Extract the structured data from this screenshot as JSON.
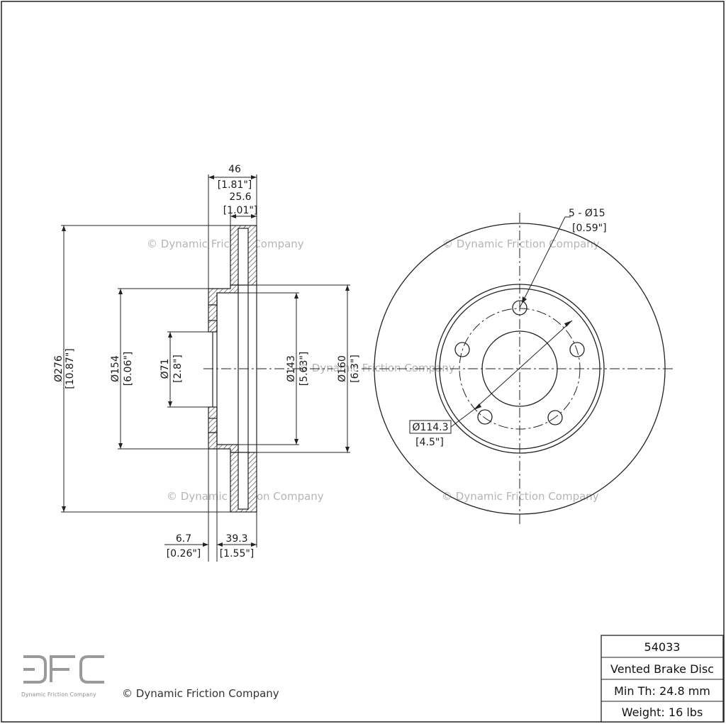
{
  "watermark": "© Dynamic Friction Company",
  "logo": {
    "mark": "DFC",
    "tagline": "Dynamic Friction Company"
  },
  "copyright": "© Dynamic Friction Company",
  "dimensions": {
    "overall_width": {
      "mm": "46",
      "in": "[1.81\"]"
    },
    "rotor_thickness": {
      "mm": "25.6",
      "in": "[1.01\"]"
    },
    "outer_diameter": {
      "mm": "Ø276",
      "in": "[10.87\"]"
    },
    "hat_diameter": {
      "mm": "Ø154",
      "in": "[6.06\"]"
    },
    "center_bore": {
      "mm": "Ø71",
      "in": "[2.8\"]"
    },
    "inner_diameter": {
      "mm": "Ø143",
      "in": "[5.63\"]"
    },
    "hat_outer_diameter": {
      "mm": "Ø160",
      "in": "[6.3\"]"
    },
    "hat_thickness": {
      "mm": "6.7",
      "in": "[0.26\"]"
    },
    "hat_height": {
      "mm": "39.3",
      "in": "[1.55\"]"
    },
    "bolt_holes": {
      "mm": "5 - Ø15",
      "in": "[0.59\"]"
    },
    "bolt_circle": {
      "mm": "Ø114.3",
      "in": "[4.5\"]"
    }
  },
  "info_table": {
    "part_number": "54033",
    "type": "Vented Brake Disc",
    "min_thickness": "Min Th: 24.8 mm",
    "weight": "Weight: 16 lbs"
  }
}
